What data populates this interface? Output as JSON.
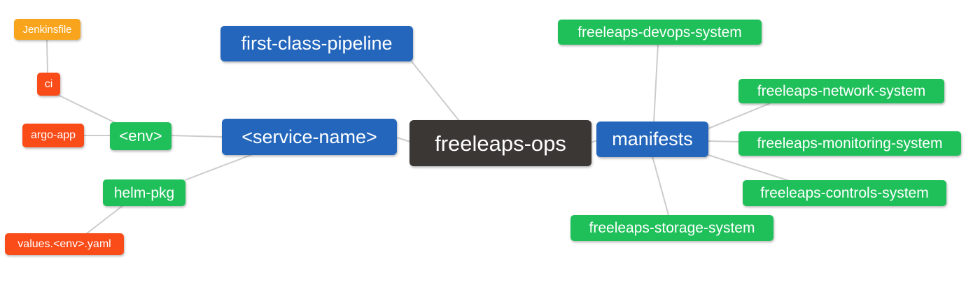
{
  "diagram": {
    "type": "mindmap",
    "root": "freeleaps-ops",
    "nodes": [
      {
        "id": "jenkinsfile",
        "label": "Jenkinsfile",
        "role": "leaf",
        "color": "orange"
      },
      {
        "id": "ci",
        "label": "ci",
        "role": "leaf",
        "color": "red"
      },
      {
        "id": "argo-app",
        "label": "argo-app",
        "role": "leaf",
        "color": "red"
      },
      {
        "id": "env",
        "label": "<env>",
        "role": "sub-branch",
        "color": "green"
      },
      {
        "id": "helm-pkg",
        "label": "helm-pkg",
        "role": "sub-branch",
        "color": "green"
      },
      {
        "id": "values-env-yaml",
        "label": "values.<env>.yaml",
        "role": "leaf",
        "color": "red"
      },
      {
        "id": "first-class-pipeline",
        "label": "first-class-pipeline",
        "role": "branch",
        "color": "blue"
      },
      {
        "id": "service-name",
        "label": "<service-name>",
        "role": "branch",
        "color": "blue"
      },
      {
        "id": "freeleaps-ops",
        "label": "freeleaps-ops",
        "role": "root",
        "color": "dark"
      },
      {
        "id": "manifests",
        "label": "manifests",
        "role": "branch",
        "color": "blue"
      },
      {
        "id": "freeleaps-devops-system",
        "label": "freeleaps-devops-system",
        "role": "sub-branch",
        "color": "green"
      },
      {
        "id": "freeleaps-network-system",
        "label": "freeleaps-network-system",
        "role": "sub-branch",
        "color": "green"
      },
      {
        "id": "freeleaps-monitoring-system",
        "label": "freeleaps-monitoring-system",
        "role": "sub-branch",
        "color": "green"
      },
      {
        "id": "freeleaps-controls-system",
        "label": "freeleaps-controls-system",
        "role": "sub-branch",
        "color": "green"
      },
      {
        "id": "freeleaps-storage-system",
        "label": "freeleaps-storage-system",
        "role": "sub-branch",
        "color": "green"
      }
    ],
    "edges": [
      {
        "from": "Jenkinsfile",
        "to": "ci"
      },
      {
        "from": "ci",
        "to": "<env>"
      },
      {
        "from": "argo-app",
        "to": "<env>"
      },
      {
        "from": "<env>",
        "to": "<service-name>"
      },
      {
        "from": "helm-pkg",
        "to": "<service-name>"
      },
      {
        "from": "values.<env>.yaml",
        "to": "helm-pkg"
      },
      {
        "from": "first-class-pipeline",
        "to": "freeleaps-ops"
      },
      {
        "from": "<service-name>",
        "to": "freeleaps-ops"
      },
      {
        "from": "freeleaps-ops",
        "to": "manifests"
      },
      {
        "from": "manifests",
        "to": "freeleaps-devops-system"
      },
      {
        "from": "manifests",
        "to": "freeleaps-network-system"
      },
      {
        "from": "manifests",
        "to": "freeleaps-monitoring-system"
      },
      {
        "from": "manifests",
        "to": "freeleaps-controls-system"
      },
      {
        "from": "manifests",
        "to": "freeleaps-storage-system"
      }
    ]
  },
  "colors": {
    "root_bg": "#3B3735",
    "branch_blue": "#2366BC",
    "leaf_green": "#1FC05A",
    "leaf_orange": "#F8A51D",
    "leaf_red": "#F94C18",
    "edge_gray": "#CCCCCC",
    "text_white": "#FFFFFF",
    "background": "#FFFFFF"
  }
}
